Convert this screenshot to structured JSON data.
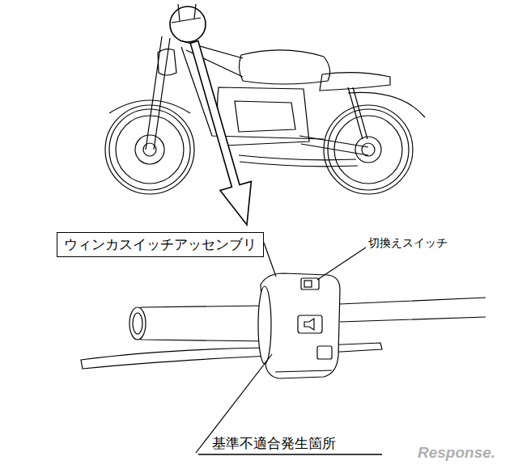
{
  "diagram": {
    "nodes": [
      {
        "text": [
          "ウィンカスイッチアッセンブリ"
        ]
      }
    ],
    "labels": [
      "切換えスイッチ",
      "基準不適合発生箇所",
      "Response."
    ]
  }
}
